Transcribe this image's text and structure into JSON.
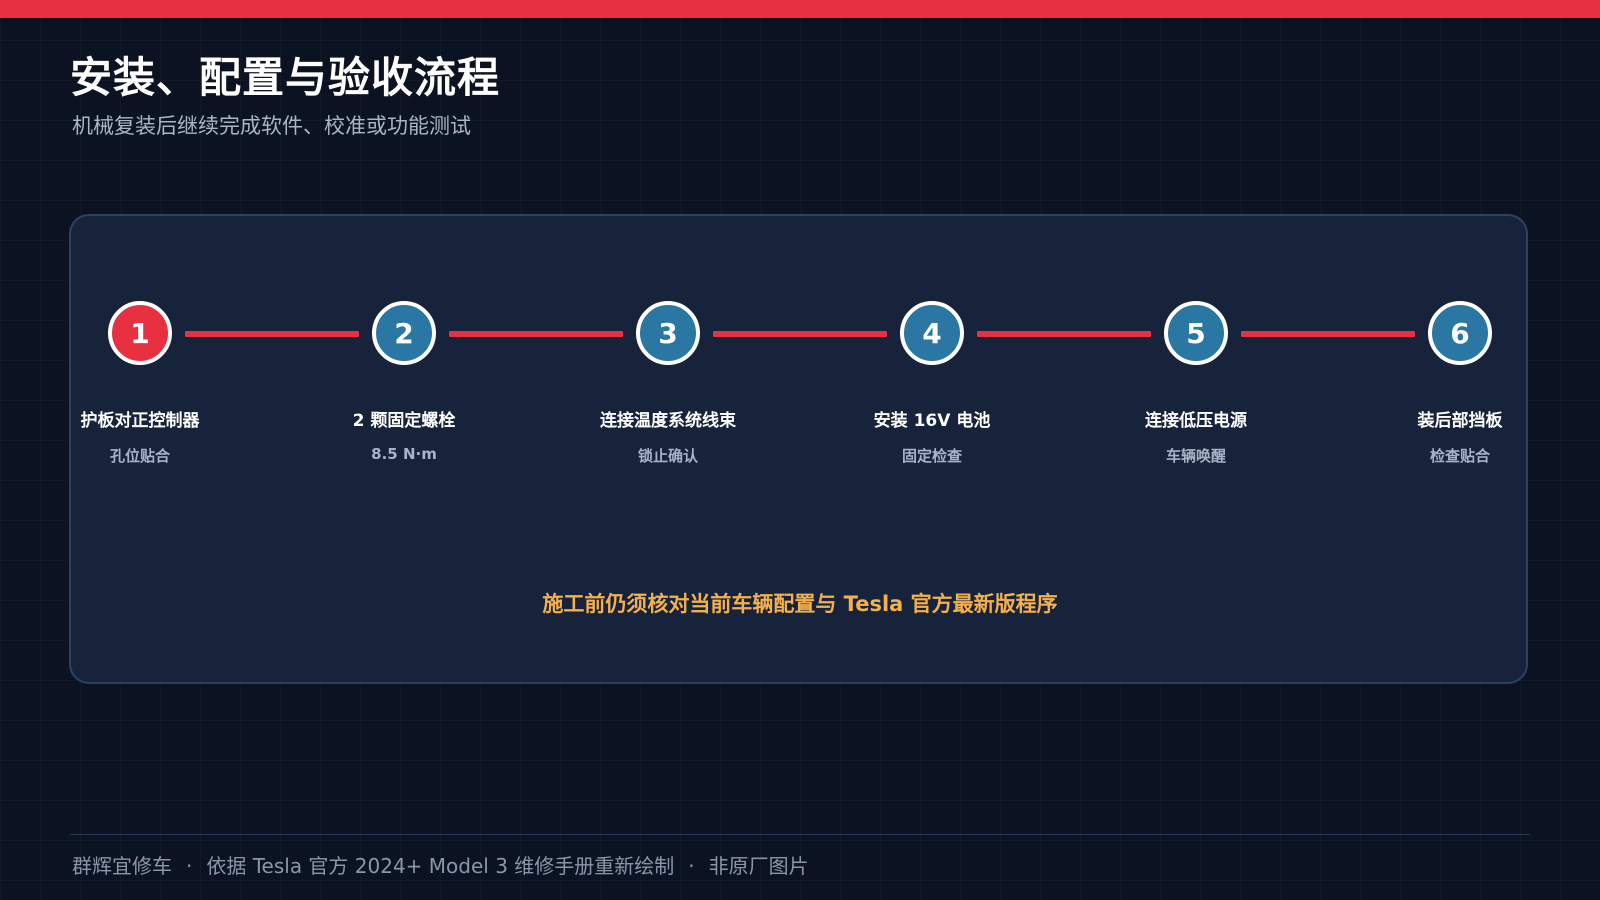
{
  "colors": {
    "accent_red": "#e83140",
    "step_blue": "#2a77a4",
    "notice_orange": "#f4b04e",
    "background": "#0b1322",
    "panel": "#17233a"
  },
  "header": {
    "title": "安装、配置与验收流程",
    "subtitle": "机械复装后继续完成软件、校准或功能测试"
  },
  "steps": [
    {
      "number": "1",
      "title": "护板对正控制器",
      "detail": "孔位贴合",
      "active": true
    },
    {
      "number": "2",
      "title": "2 颗固定螺栓",
      "detail": "8.5 N·m",
      "active": false
    },
    {
      "number": "3",
      "title": "连接温度系统线束",
      "detail": "锁止确认",
      "active": false
    },
    {
      "number": "4",
      "title": "安装 16V 电池",
      "detail": "固定检查",
      "active": false
    },
    {
      "number": "5",
      "title": "连接低压电源",
      "detail": "车辆唤醒",
      "active": false
    },
    {
      "number": "6",
      "title": "装后部挡板",
      "detail": "检查贴合",
      "active": false
    }
  ],
  "notice": "施工前仍须核对当前车辆配置与 Tesla 官方最新版程序",
  "footer": {
    "brand": "群辉宜修车",
    "source": "依据 Tesla 官方 2024+ Model 3 维修手册重新绘制",
    "disclaimer": "非原厂图片",
    "separator": "·"
  }
}
